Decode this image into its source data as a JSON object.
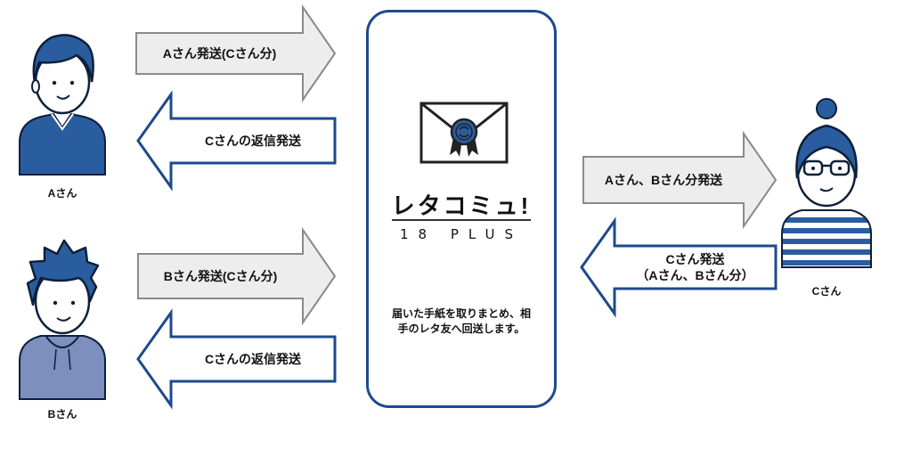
{
  "colors": {
    "navy": "#1d4a8c",
    "outgoing_fill": "#ededed",
    "outgoing_stroke": "#8a8a8a",
    "incoming_stroke": "#1d4a8c",
    "person_blue": "#2a5d9f",
    "hoodie": "#7d8fbf"
  },
  "persons": {
    "a": {
      "label": "Aさん"
    },
    "b": {
      "label": "Bさん"
    },
    "c": {
      "label": "Cさん"
    }
  },
  "arrows": {
    "a_out": "Aさん発送(Cさん分)",
    "a_in": "Cさんの返信発送",
    "b_out": "Bさん発送(Cさん分)",
    "b_in": "Cさんの返信発送",
    "c_out": "Aさん、Bさん分発送",
    "c_in_line1": "Cさん発送",
    "c_in_line2": "（Aさん、Bさん分）"
  },
  "center": {
    "icon": "letter-seal-icon",
    "brand_title": "レタコミュ!",
    "brand_subtitle": "18 PLUS",
    "note_line1": "届いた手紙を取りまとめ、相",
    "note_line2": "手のレタ友へ回送します。"
  }
}
